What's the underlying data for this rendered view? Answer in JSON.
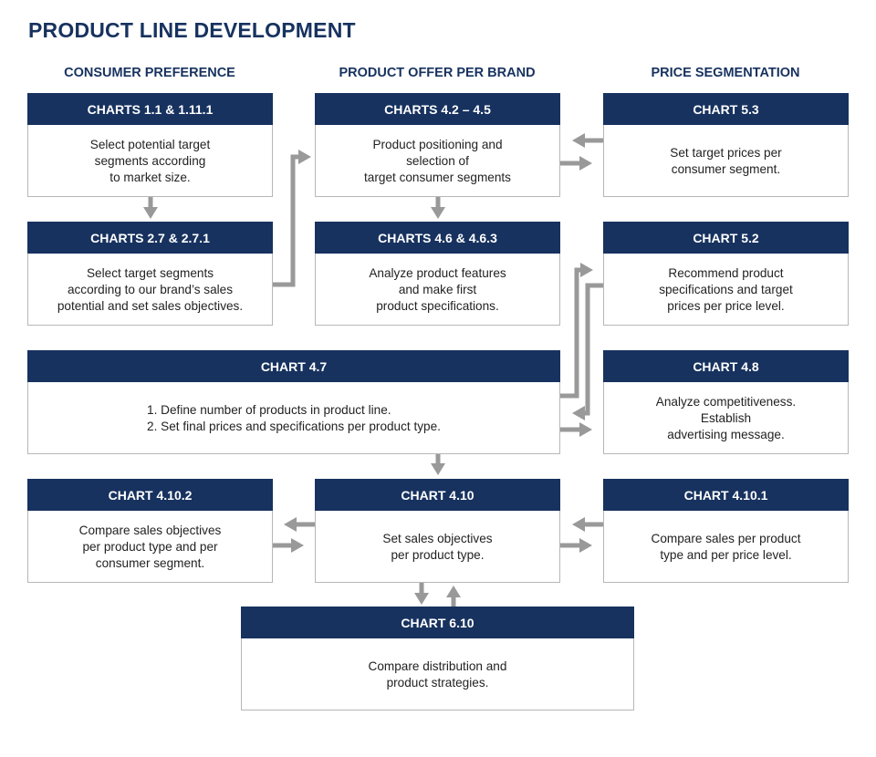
{
  "title": "PRODUCT LINE DEVELOPMENT",
  "columns": [
    "CONSUMER PREFERENCE",
    "PRODUCT OFFER PER BRAND",
    "PRICE SEGMENTATION"
  ],
  "boxes": {
    "c11": {
      "header": "CHARTS 1.1 & 1.11.1",
      "text": "Select potential target\nsegments according\nto market size."
    },
    "c42": {
      "header": "CHARTS 4.2 – 4.5",
      "text": "Product positioning and\nselection of\ntarget consumer segments"
    },
    "c53": {
      "header": "CHART 5.3",
      "text": "Set target prices per\nconsumer segment."
    },
    "c27": {
      "header": "CHARTS 2.7 & 2.7.1",
      "text": "Select target segments\naccording to our brand’s sales\npotential  and set sales objectives."
    },
    "c46": {
      "header": "CHARTS 4.6 & 4.6.3",
      "text": "Analyze product features\nand make first\nproduct  specifications."
    },
    "c52": {
      "header": "CHART 5.2",
      "text": "Recommend product\nspecifications and target\nprices per price level."
    },
    "c47": {
      "header": "CHART 4.7",
      "text": "1. Define number of products in product line.\n2. Set final prices and specifications per product type."
    },
    "c48": {
      "header": "CHART 4.8",
      "text": "Analyze competitiveness.\nEstablish\nadvertising message."
    },
    "c4102": {
      "header": "CHART 4.10.2",
      "text": "Compare sales objectives\nper product type and per\nconsumer segment."
    },
    "c410": {
      "header": "CHART 4.10",
      "text": "Set sales objectives\nper product type."
    },
    "c4101": {
      "header": "CHART 4.10.1",
      "text": "Compare sales per product\ntype and per price level."
    },
    "c610": {
      "header": "CHART 6.10",
      "text": "Compare distribution and\nproduct strategies."
    }
  },
  "colors": {
    "header_bg": "#17325f",
    "border": "#b7b7b7",
    "arrow": "#999999"
  }
}
